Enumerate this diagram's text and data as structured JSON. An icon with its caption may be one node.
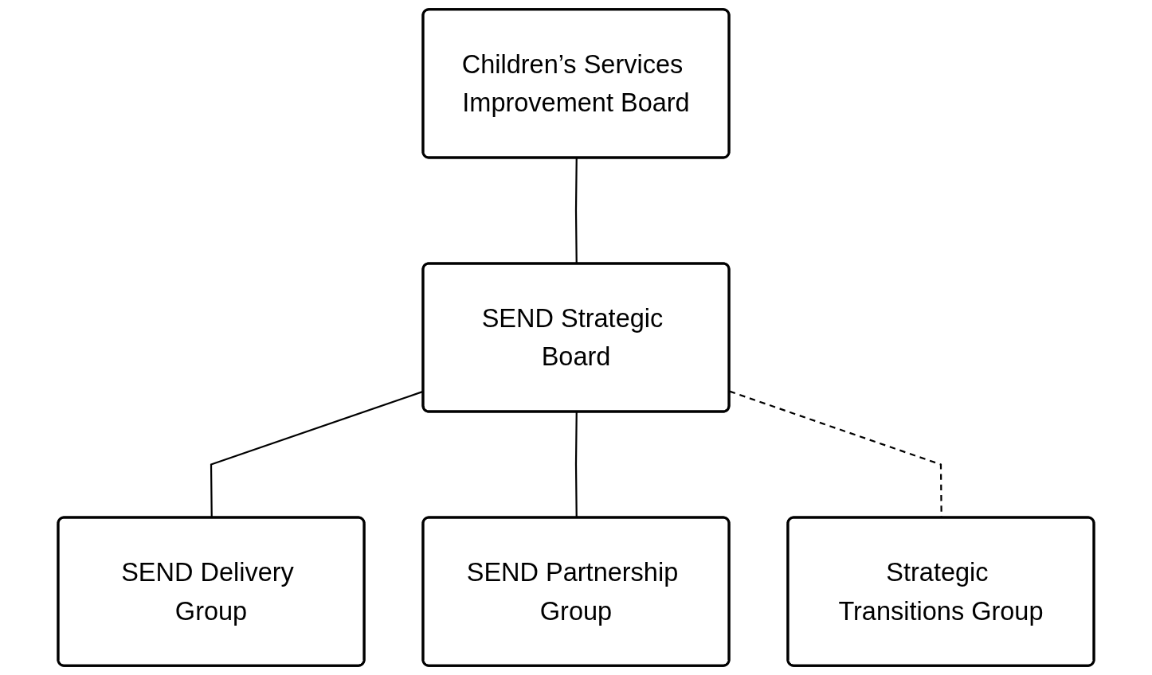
{
  "diagram": {
    "nodes": [
      {
        "text": [
          "Children’s Services Improvement Board"
        ]
      },
      {
        "text": [
          "SEND Strategic Board"
        ]
      },
      {
        "text": [
          "SEND Delivery Group"
        ]
      },
      {
        "text": [
          "SEND Partnership Group"
        ]
      },
      {
        "text": [
          "Strategic Transitions Group"
        ]
      }
    ],
    "edges": [
      {
        "from": 0,
        "to": 1,
        "arrow": "none"
      },
      {
        "from": 1,
        "to": 2,
        "arrow": "none"
      },
      {
        "from": 1,
        "to": 3,
        "arrow": "none"
      },
      {
        "from": 1,
        "to": 4,
        "arrow": "none",
        "style": "dashed"
      }
    ]
  }
}
